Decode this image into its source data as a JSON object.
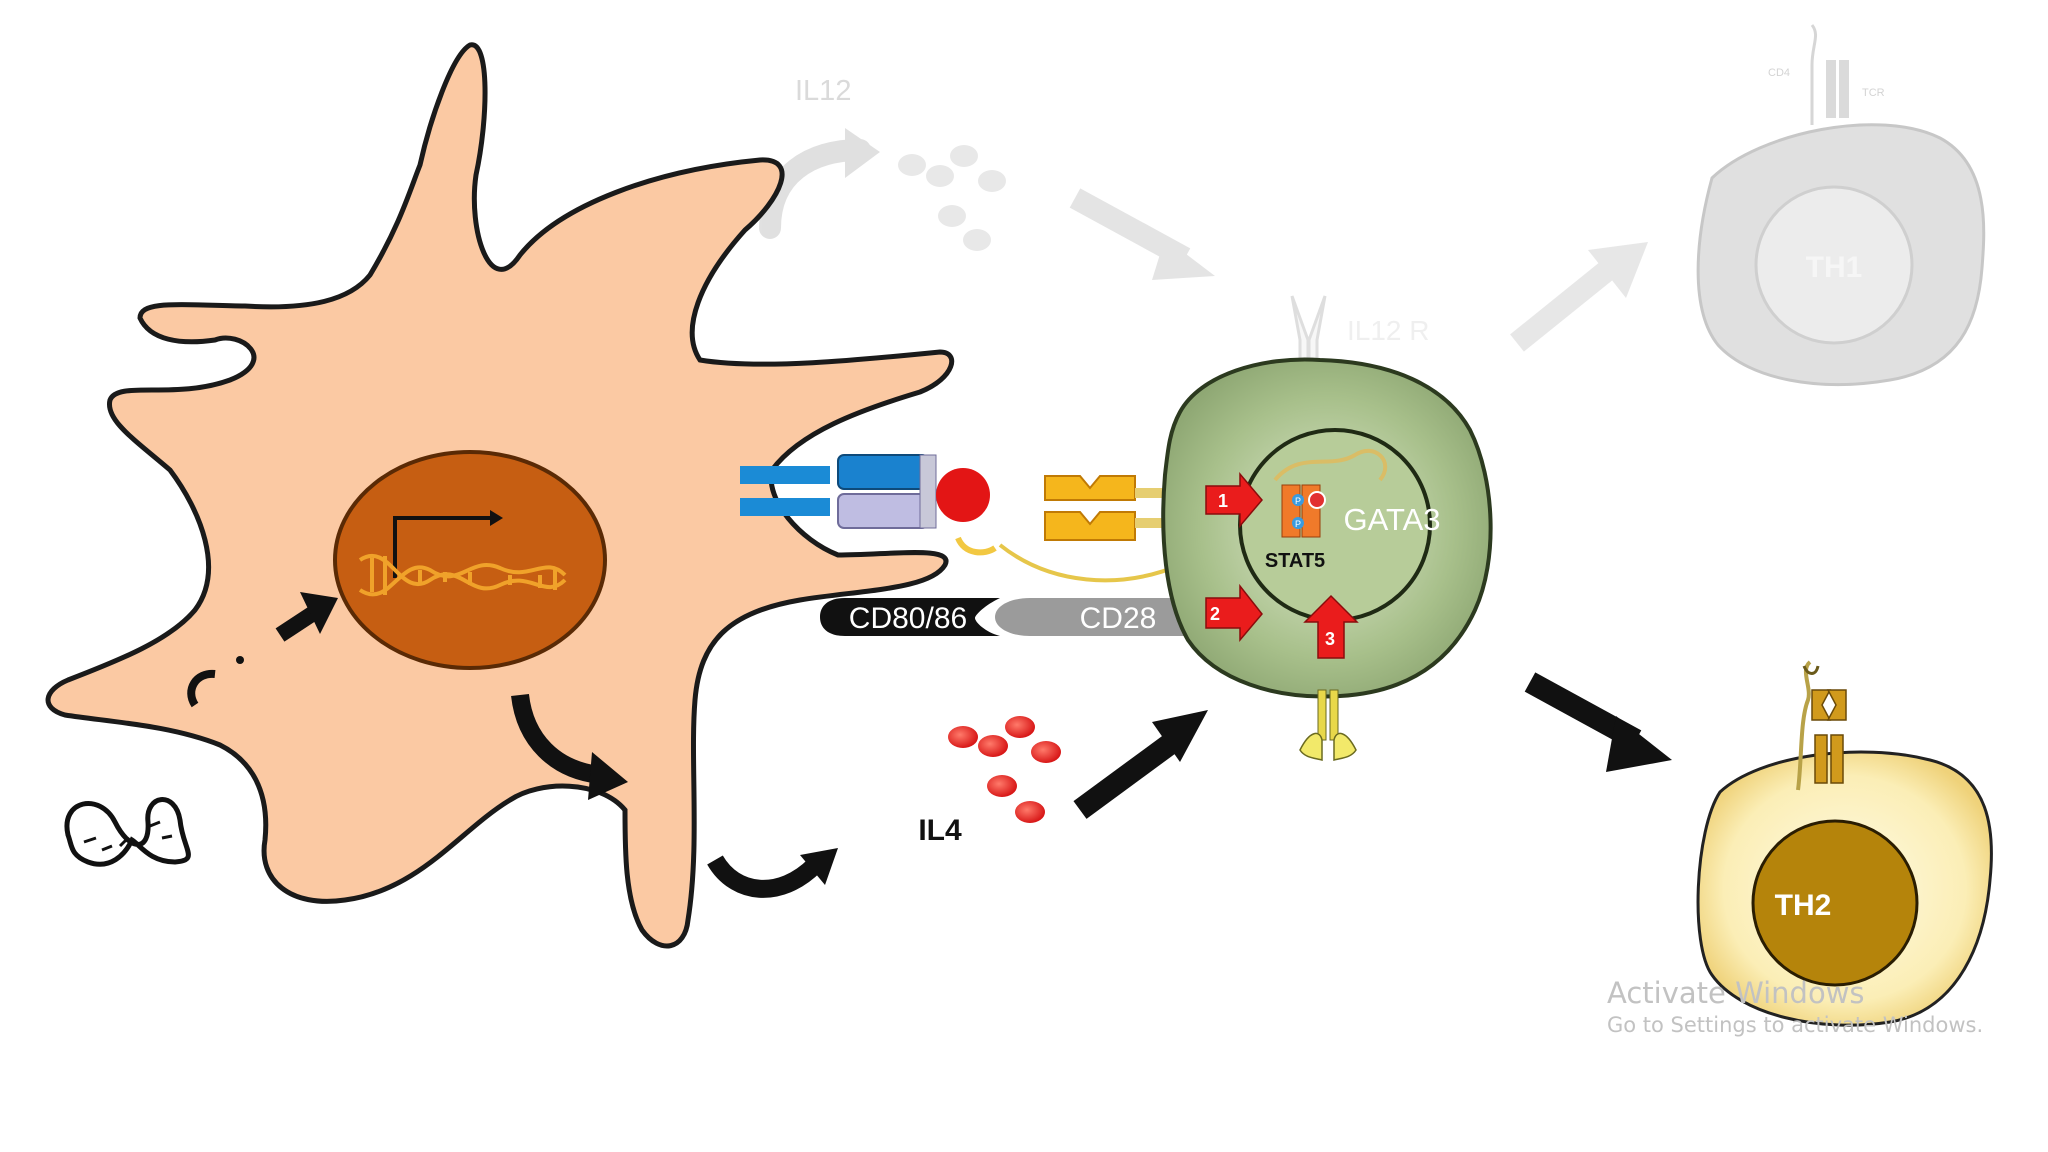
{
  "diagram": {
    "labels": {
      "il12": "IL12",
      "il12r": "IL12 R",
      "th1": "TH1",
      "cd4_small": "CD4",
      "tcr_small": "TCR",
      "cd80_86": "CD80/86",
      "cd28": "CD28",
      "gata3": "GATA3",
      "stat5": "STAT5",
      "il4": "IL4",
      "th2": "TH2",
      "p_top": "P",
      "p_bottom": "P",
      "signal_1": "1",
      "signal_2": "2",
      "signal_3": "3"
    },
    "icons": [
      "dendritic-cell",
      "dna-helix",
      "parasite-worm-icon",
      "mhc-receptor-icon",
      "tcr-receptor-icon",
      "il4-receptor-icon",
      "il12-receptor-icon"
    ],
    "colors": {
      "dendritic_cell": "#fbc9a3",
      "dc_nucleus": "#c65e12",
      "t_cell": "#a3bd86",
      "t_cell_nucleus": "#b7cc99",
      "th1_cell": "#c6c6c6",
      "th2_cell": "#f6e39c",
      "th2_nucleus": "#b5840b",
      "il4_dots": "#e32222",
      "signal_arrows": "#ea1c1c",
      "receptor_gold": "#f5b61c",
      "mhc_blue": "#1b8bd6"
    }
  },
  "os_overlay": {
    "title": "Activate Windows",
    "subtitle": "Go to Settings to activate Windows."
  }
}
